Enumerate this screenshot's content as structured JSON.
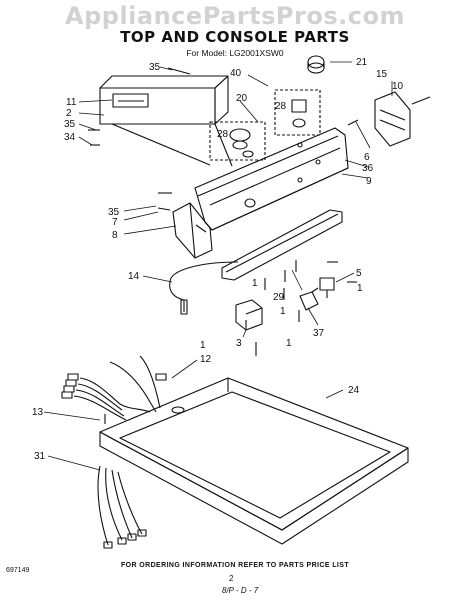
{
  "watermark": "AppliancePartsPros.com",
  "title": "TOP AND CONSOLE PARTS",
  "subtitle": "For Model: LG2001XSW0",
  "footer": {
    "note": "FOR ORDERING INFORMATION REFER TO PARTS PRICE LIST",
    "code": "697149",
    "page": "2",
    "ref": "8/P - D - 7"
  },
  "callouts": [
    "35",
    "40",
    "20",
    "28",
    "28",
    "21",
    "15",
    "10",
    "11",
    "2",
    "35",
    "34",
    "6",
    "36",
    "9",
    "35",
    "7",
    "8",
    "14",
    "1",
    "5",
    "1",
    "29",
    "1",
    "3",
    "37",
    "1",
    "1",
    "12",
    "24",
    "13",
    "31"
  ]
}
